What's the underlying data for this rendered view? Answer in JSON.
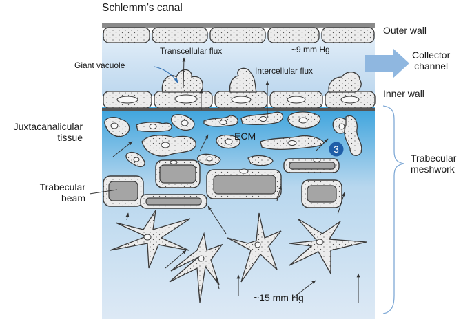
{
  "labels": {
    "schlemms_canal": "Schlemm’s canal",
    "outer_wall": "Outer wall",
    "pressure_canal": "~9 mm Hg",
    "transcellular_flux": "Transcellular flux",
    "giant_vacuole": "Giant vacuole",
    "intercellular_flux": "Intercellular flux",
    "collector_channel": "Collector\nchannel",
    "inner_wall": "Inner wall",
    "juxtacanalicular_tissue": "Juxtacanalicular\ntissue",
    "ecm": "ECM",
    "marker_number": "3",
    "trabecular_meshwork": "Trabecular\nmeshwork",
    "trabecular_beam": "Trabecular\nbeam",
    "pressure_tissue": "~15 mm Hg"
  },
  "colors": {
    "tissue_top": "#3ba3dd",
    "tissue_bottom": "#dde9f5",
    "canal": "#cfe2f3",
    "cell_fill": "#ececec",
    "cell_stroke": "#3a3a3a",
    "beam_core": "#a5a5a5",
    "membrane": "#555555",
    "collector_arrow": "#8fb7e0",
    "marker": "#1f5ea8",
    "brace": "#7fa9d6"
  }
}
